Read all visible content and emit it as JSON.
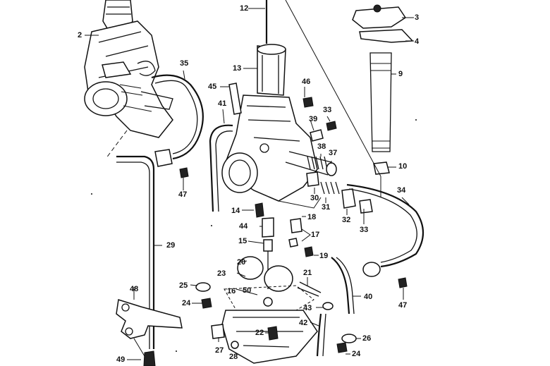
{
  "diagram": {
    "callouts": [
      "2",
      "3",
      "4",
      "9",
      "10",
      "12",
      "13",
      "14",
      "15",
      "16",
      "17",
      "18",
      "19",
      "20",
      "21",
      "22",
      "23",
      "24",
      "24",
      "25",
      "26",
      "27",
      "28",
      "29",
      "30",
      "31",
      "32",
      "33",
      "33",
      "34",
      "35",
      "37",
      "38",
      "39",
      "40",
      "41",
      "42",
      "43",
      "44",
      "45",
      "46",
      "47",
      "47",
      "48",
      "49",
      "50"
    ],
    "labels": [
      "2",
      "3",
      "4",
      "9",
      "10",
      "12",
      "13",
      "14",
      "15",
      "16",
      "17",
      "18",
      "19",
      "20",
      "21",
      "22",
      "23",
      "24",
      "24",
      "25",
      "26",
      "27",
      "28",
      "29",
      "30",
      "31",
      "32",
      "33",
      "33",
      "34",
      "35",
      "37",
      "38",
      "39",
      "40",
      "41",
      "42",
      "43",
      "44",
      "45",
      "46",
      "47",
      "47",
      "48",
      "49",
      "50"
    ]
  }
}
